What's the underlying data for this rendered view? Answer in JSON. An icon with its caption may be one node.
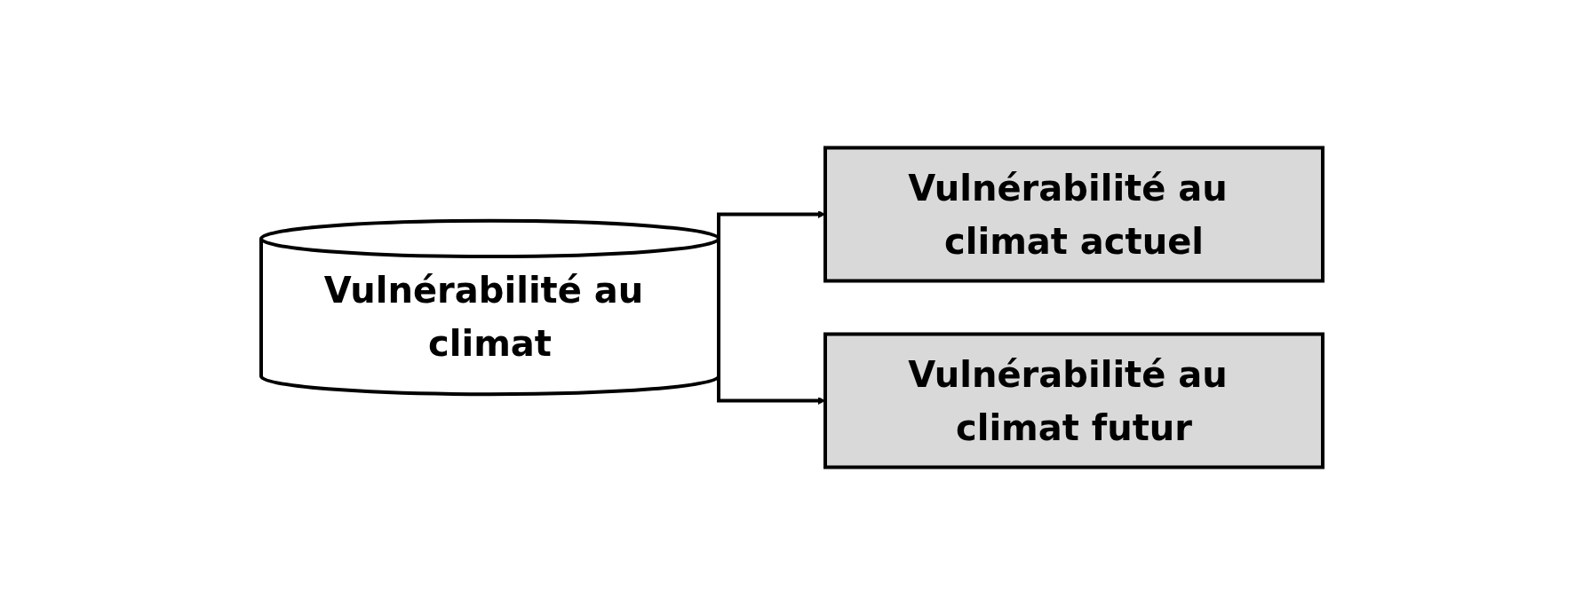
{
  "diagram": {
    "nodes": [
      {
        "text": [
          "Vulnérabilité au climat"
        ]
      },
      {
        "text": [
          "Vulnérabilité au climat actuel"
        ]
      },
      {
        "text": [
          "Vulnérabilité au climat futur"
        ]
      }
    ],
    "edges": [
      {
        "from": 0,
        "to": 1,
        "arrow": "to"
      },
      {
        "from": 0,
        "to": 2,
        "arrow": "to"
      }
    ]
  }
}
